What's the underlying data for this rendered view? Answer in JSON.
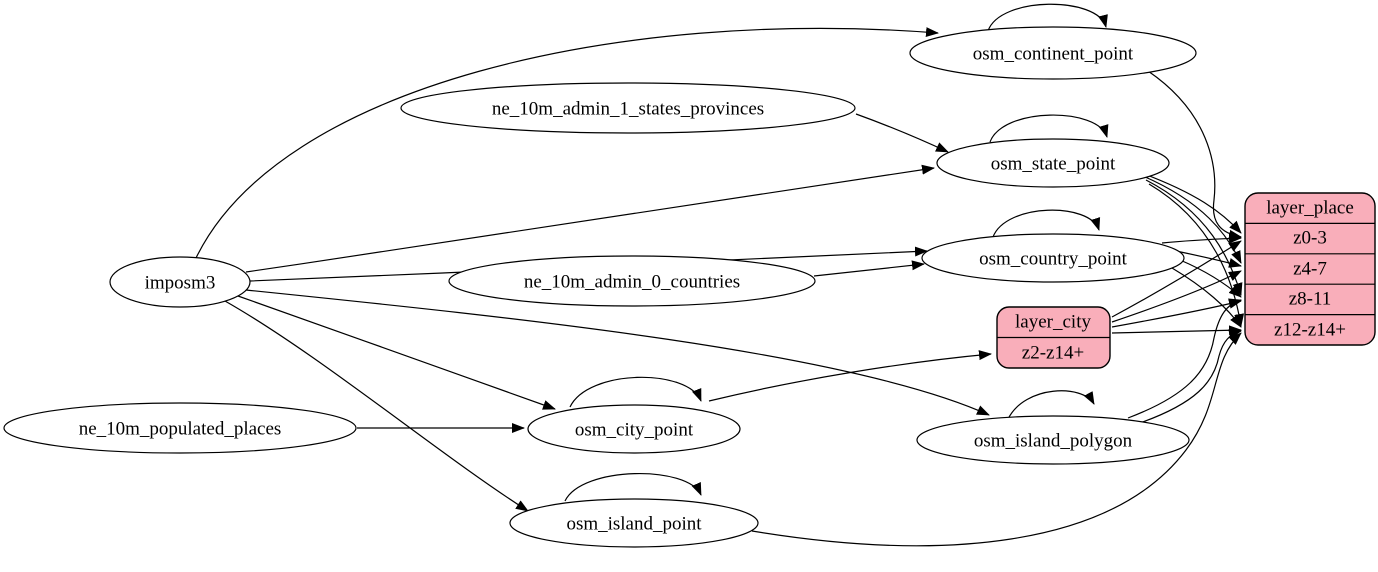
{
  "colors": {
    "background": "#ffffff",
    "node_fill": "#ffffff",
    "record_fill": "#f9aeba",
    "stroke": "#000000"
  },
  "nodes": {
    "imposm3": {
      "label": "imposm3"
    },
    "ne_10m_admin_1_states_provinces": {
      "label": "ne_10m_admin_1_states_provinces"
    },
    "ne_10m_admin_0_countries": {
      "label": "ne_10m_admin_0_countries"
    },
    "ne_10m_populated_places": {
      "label": "ne_10m_populated_places"
    },
    "osm_continent_point": {
      "label": "osm_continent_point"
    },
    "osm_state_point": {
      "label": "osm_state_point"
    },
    "osm_country_point": {
      "label": "osm_country_point"
    },
    "osm_city_point": {
      "label": "osm_city_point"
    },
    "osm_island_polygon": {
      "label": "osm_island_polygon"
    },
    "osm_island_point": {
      "label": "osm_island_point"
    }
  },
  "records": {
    "layer_place": {
      "title": "layer_place",
      "rows": [
        "z0-3",
        "z4-7",
        "z8-11",
        "z12-z14+"
      ]
    },
    "layer_city": {
      "title": "layer_city",
      "rows": [
        "z2-z14+"
      ]
    }
  },
  "edges": [
    {
      "from": "imposm3",
      "to": "osm_continent_point"
    },
    {
      "from": "imposm3",
      "to": "osm_state_point"
    },
    {
      "from": "imposm3",
      "to": "osm_country_point"
    },
    {
      "from": "imposm3",
      "to": "osm_city_point"
    },
    {
      "from": "imposm3",
      "to": "osm_island_polygon"
    },
    {
      "from": "imposm3",
      "to": "osm_island_point"
    },
    {
      "from": "ne_10m_admin_1_states_provinces",
      "to": "osm_state_point"
    },
    {
      "from": "ne_10m_admin_0_countries",
      "to": "osm_country_point"
    },
    {
      "from": "ne_10m_populated_places",
      "to": "osm_city_point"
    },
    {
      "from": "osm_continent_point",
      "to": "osm_continent_point"
    },
    {
      "from": "osm_state_point",
      "to": "osm_state_point"
    },
    {
      "from": "osm_country_point",
      "to": "osm_country_point"
    },
    {
      "from": "osm_city_point",
      "to": "osm_city_point"
    },
    {
      "from": "osm_island_polygon",
      "to": "osm_island_polygon"
    },
    {
      "from": "osm_island_point",
      "to": "osm_island_point"
    },
    {
      "from": "osm_continent_point",
      "to": "layer_place:z0-3"
    },
    {
      "from": "osm_state_point",
      "to": "layer_place:z0-3"
    },
    {
      "from": "osm_state_point",
      "to": "layer_place:z4-7"
    },
    {
      "from": "osm_state_point",
      "to": "layer_place:z8-11"
    },
    {
      "from": "osm_state_point",
      "to": "layer_place:z12-z14+"
    },
    {
      "from": "osm_country_point",
      "to": "layer_place:z0-3"
    },
    {
      "from": "osm_country_point",
      "to": "layer_place:z4-7"
    },
    {
      "from": "osm_country_point",
      "to": "layer_place:z8-11"
    },
    {
      "from": "osm_country_point",
      "to": "layer_place:z12-z14+"
    },
    {
      "from": "osm_city_point",
      "to": "layer_city:z2-z14+"
    },
    {
      "from": "layer_city",
      "to": "layer_place:z0-3"
    },
    {
      "from": "layer_city",
      "to": "layer_place:z4-7"
    },
    {
      "from": "layer_city",
      "to": "layer_place:z8-11"
    },
    {
      "from": "layer_city",
      "to": "layer_place:z12-z14+"
    },
    {
      "from": "osm_island_polygon",
      "to": "layer_place:z8-11"
    },
    {
      "from": "osm_island_polygon",
      "to": "layer_place:z12-z14+"
    },
    {
      "from": "osm_island_point",
      "to": "layer_place:z12-z14+"
    }
  ]
}
